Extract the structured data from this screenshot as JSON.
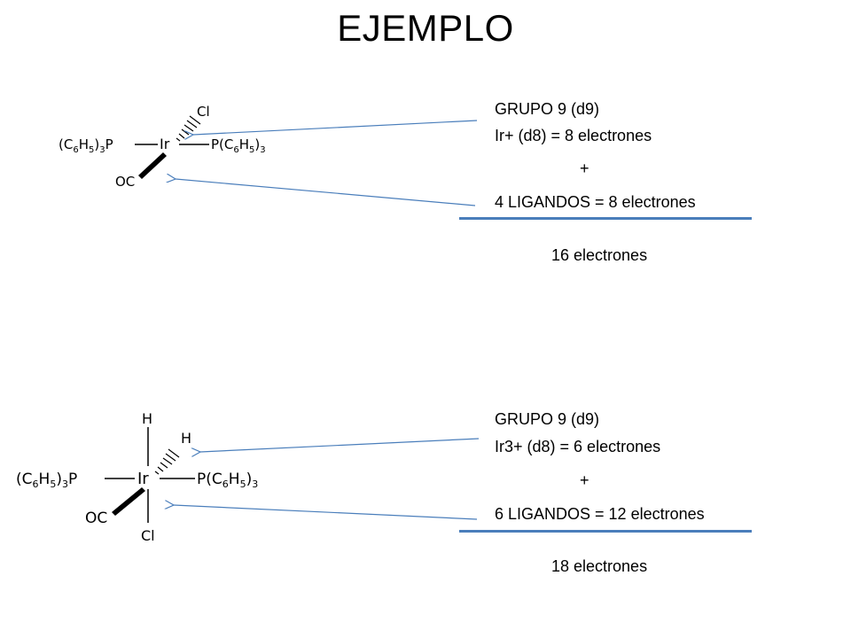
{
  "title": "EJEMPLO",
  "example1": {
    "line1": "GRUPO 9  (d9)",
    "line2": "Ir+  (d8)  =  8 electrones",
    "plus": "+",
    "line3": "4 LIGANDOS  =  8 electrones",
    "total": "16 electrones",
    "molecule": {
      "center": "Ir",
      "left": [
        "(C",
        "6",
        "H",
        "5",
        ")",
        "3",
        "P"
      ],
      "right": [
        "P(C",
        "6",
        "H",
        "5",
        ")",
        "3"
      ],
      "up": "Cl",
      "down": "OC"
    }
  },
  "example2": {
    "line1": "GRUPO 9  (d9)",
    "line2": "Ir3+  (d8)  =  6 electrones",
    "plus": "+",
    "line3": "6 LIGANDOS  =  12 electrones",
    "total": "18 electrones",
    "molecule": {
      "center": "Ir",
      "left": [
        "(C",
        "6",
        "H",
        "5",
        ")",
        "3",
        "P"
      ],
      "right": [
        "P(C",
        "6",
        "H",
        "5",
        ")",
        "3"
      ],
      "top": "H",
      "diag": "H",
      "down": "OC",
      "bottom": "Cl"
    }
  },
  "colors": {
    "arrow": "#4a7ebb",
    "rule": "#4a7ebb"
  }
}
